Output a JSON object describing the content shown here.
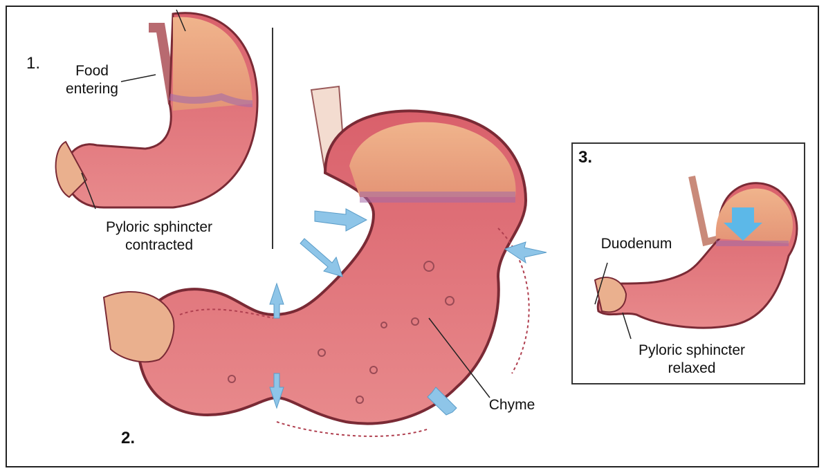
{
  "panels": {
    "p1": {
      "number": "1.",
      "food_label": "Food\nentering",
      "sphincter_label": "Pyloric sphincter\ncontracted"
    },
    "p2": {
      "number": "2.",
      "chyme_label": "Chyme"
    },
    "p3": {
      "number": "3.",
      "duodenum_label": "Duodenum",
      "sphincter_label": "Pyloric sphincter\nrelaxed"
    }
  },
  "colors": {
    "stomach_wall": "#c8505a",
    "stomach_inner": "#e07a80",
    "fundus": "#e8a27a",
    "arrow": "#8ec5e8",
    "border": "#222222"
  }
}
